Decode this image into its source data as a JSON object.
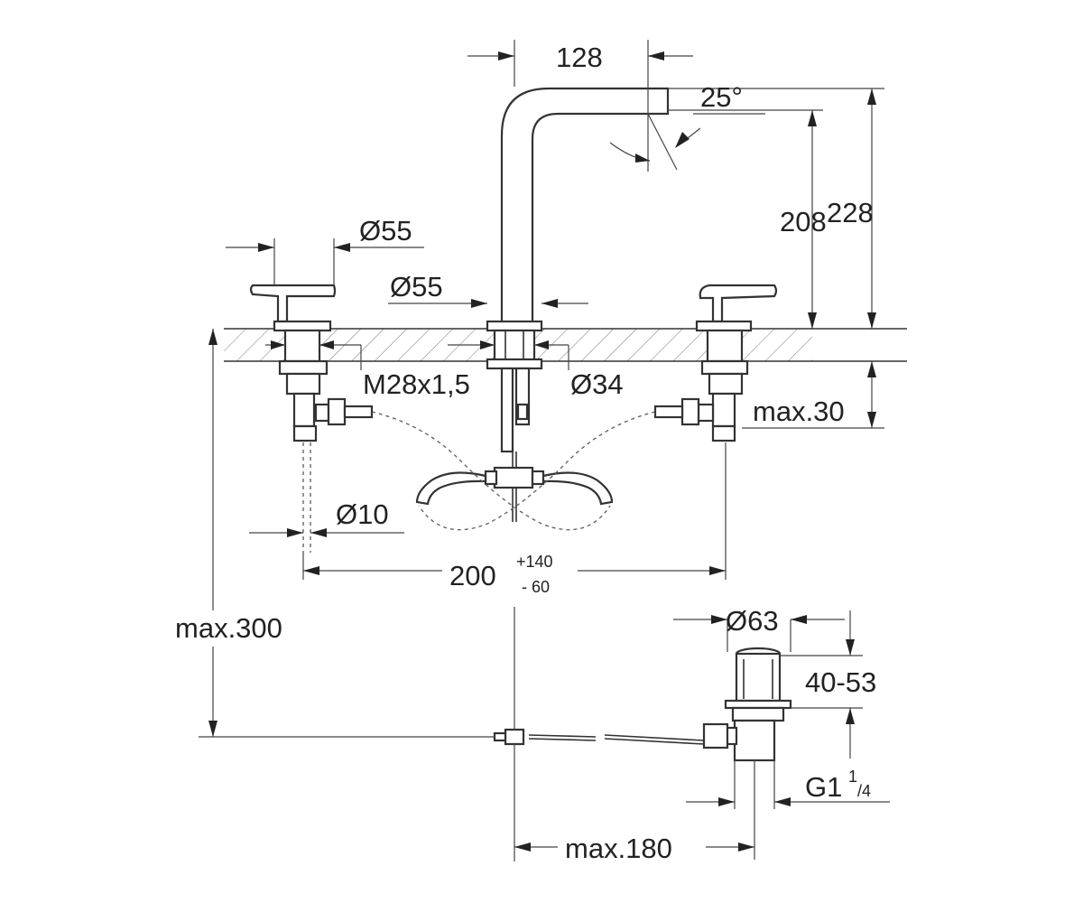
{
  "dimensions": {
    "spout_reach": "128",
    "spout_angle": "25°",
    "spout_height_inner": "208",
    "spout_height_outer": "228",
    "handle_diameter": "Ø55",
    "spout_base_diameter": "Ø55",
    "thread": "M28x1,5",
    "hole_diameter": "Ø34",
    "max_counter_thickness": "max.30",
    "pipe_diameter": "Ø10",
    "spacing": "200",
    "spacing_tol_plus": "+140",
    "spacing_tol_minus": "- 60",
    "max_drop": "max.300",
    "waste_diameter": "Ø63",
    "waste_height": "40-53",
    "waste_thread_main": "G1",
    "waste_thread_num": "1",
    "waste_thread_den": "/4",
    "max_rod": "max.180"
  }
}
